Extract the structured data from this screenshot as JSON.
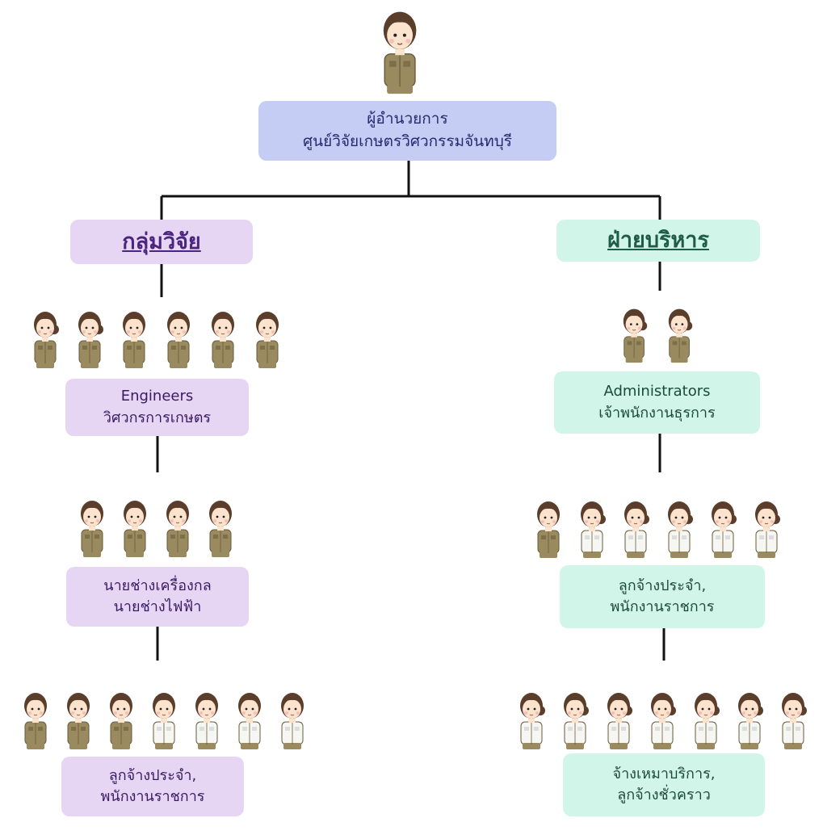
{
  "director": {
    "line1": "ผู้อำนวยการ",
    "line2": "ศูนย์วิจัยเกษตรวิศวกรรมจันทบุรี"
  },
  "left": {
    "heading": "กลุ่มวิจัย",
    "engineers": {
      "line1": "Engineers",
      "line2": "วิศวกรการเกษตร"
    },
    "technicians": {
      "line1": "นายช่างเครื่องกล",
      "line2": "นายช่างไฟฟ้า"
    },
    "staff": {
      "line1": "ลูกจ้างประจำ,",
      "line2": "พนักงานราชการ"
    }
  },
  "right": {
    "heading": "ฝ่ายบริหาร",
    "admins": {
      "line1": "Administrators",
      "line2": "เจ้าพนักงานธุรการ"
    },
    "staff": {
      "line1": "ลูกจ้างประจำ,",
      "line2": "พนักงานราชการ"
    },
    "temps": {
      "line1": "จ้างเหมาบริการ,",
      "line2": "ลูกจ้างชั่วคราว"
    }
  },
  "colors": {
    "director_box": "#c5cdf5",
    "research_box": "#e6d6f4",
    "admin_box": "#d2f5ea",
    "uniform_khaki": "#9a8a5f",
    "uniform_white": "#f6f6f2",
    "hair": "#5a3e2b",
    "skin": "#fbe3cd"
  },
  "icons": {
    "person_male": "officer-male-icon",
    "person_female": "officer-female-icon"
  }
}
